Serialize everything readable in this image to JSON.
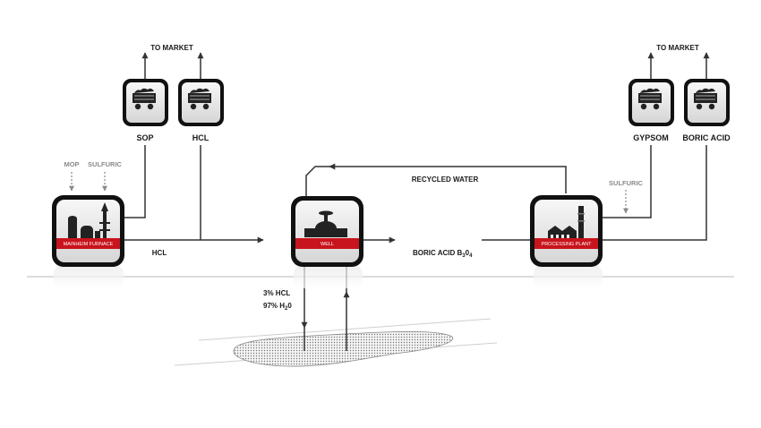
{
  "market_left": "TO MARKET",
  "market_right": "TO MARKET",
  "products": {
    "sop": "SOP",
    "hcl": "HCL",
    "gypsom": "GYPSOM",
    "boric_acid": "BORIC ACID"
  },
  "inputs": {
    "mop": "MOP",
    "sulfuric_left": "SULFURIC",
    "sulfuric_right": "SULFURIC"
  },
  "units": {
    "furnace": "MAINHEIM FURNACE",
    "well": "WELL",
    "plant": "PROCESSING PLANT"
  },
  "flows": {
    "hcl_line": "HCL",
    "recycled_water": "RECYCLED WATER",
    "boric_acid_text": "BORIC ACID  B",
    "boric_sub1": "3",
    "boric_o": "0",
    "boric_sub2": "4",
    "injection_hcl": "3%   HCL",
    "injection_water": "97% H",
    "water_sub": "2",
    "water_o": "0"
  },
  "colors": {
    "accent_red": "#c8141c",
    "line": "#333333",
    "ghost": "#8a8a8a"
  }
}
